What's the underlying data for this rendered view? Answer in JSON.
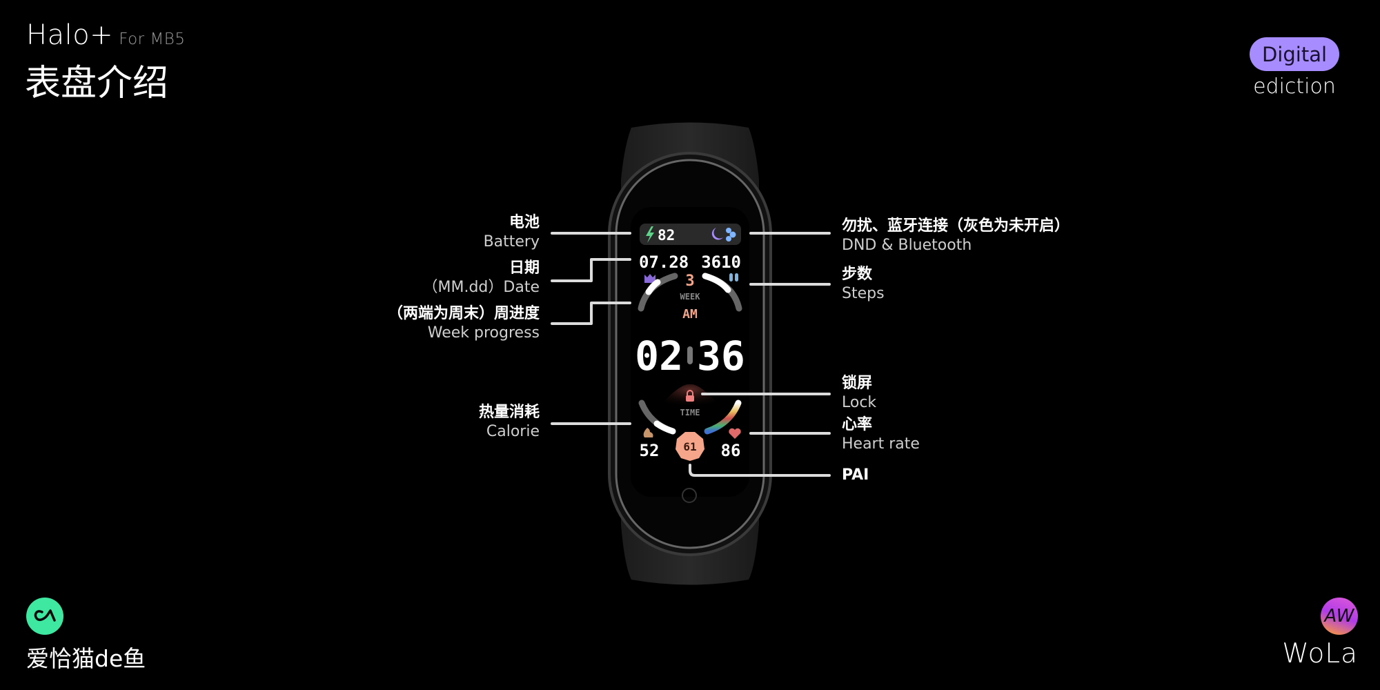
{
  "header": {
    "title": "Halo+",
    "subtitle": "For MB5",
    "title_cn": "表盘介绍"
  },
  "edition": {
    "badge": "Digital",
    "label": "ediction"
  },
  "footer": {
    "left_brand": "爱恰猫de鱼",
    "right_brand": "WoLa",
    "right_logo_text": "AW"
  },
  "watch": {
    "battery": "82",
    "date": "07.28",
    "steps": "3610",
    "week_number": "3",
    "week_label": "WEEK",
    "ampm": "AM",
    "hours": "02",
    "minutes": "36",
    "time_label": "TIME",
    "calorie": "52",
    "pai": "61",
    "heart_rate": "86",
    "week_progress": 0.43,
    "colors": {
      "battery": "#5fd38a",
      "dnd": "#a98cff",
      "bluetooth": "#7fb4ff",
      "accent": "#f4a58a",
      "calorie": "#c8956a",
      "heart": "#e06a6a"
    }
  },
  "labels": {
    "battery": {
      "cn": "电池",
      "en": "Battery"
    },
    "date": {
      "cn": "日期",
      "en": "（MM.dd）Date"
    },
    "week": {
      "cn": "（两端为周末）周进度",
      "en": "Week progress"
    },
    "calorie": {
      "cn": "热量消耗",
      "en": "Calorie"
    },
    "dnd": {
      "cn": "勿扰、蓝牙连接（灰色为未开启）",
      "en": "DND & Bluetooth"
    },
    "steps": {
      "cn": "步数",
      "en": "Steps"
    },
    "lock": {
      "cn": "锁屏",
      "en": "Lock"
    },
    "heart": {
      "cn": "心率",
      "en": "Heart rate"
    },
    "pai": {
      "en": "PAI"
    }
  }
}
